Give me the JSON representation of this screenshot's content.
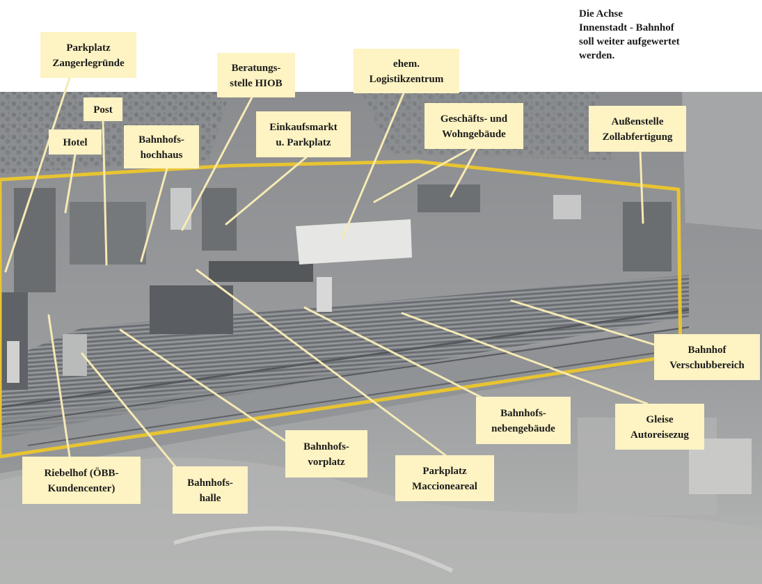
{
  "map": {
    "colors": {
      "page": "#ffffff",
      "photo_base": "#8f9194",
      "perimeter": "#e8c431",
      "label_fill": "#fdf3c3",
      "leader": "#f6eab5",
      "text": "#1b1b1b"
    },
    "note_lines": [
      "Die Achse",
      "Innenstadt - Bahnhof",
      "soll weiter aufgewertet",
      "werden."
    ],
    "labels": [
      {
        "id": "parkplatz-zangerlegruende",
        "lines": [
          "Parkplatz",
          "Zangerlegründe"
        ]
      },
      {
        "id": "post",
        "lines": [
          "Post"
        ]
      },
      {
        "id": "hotel",
        "lines": [
          "Hotel"
        ]
      },
      {
        "id": "bahnhofshochhaus",
        "lines": [
          "Bahnhofs-",
          "hochhaus"
        ]
      },
      {
        "id": "beratungsstelle-hiob",
        "lines": [
          "Beratungs-",
          "stelle HIOB"
        ]
      },
      {
        "id": "einkaufsmarkt",
        "lines": [
          "Einkaufsmarkt",
          "u. Parkplatz"
        ]
      },
      {
        "id": "logistikzentrum",
        "lines": [
          "ehem.",
          "Logistikzentrum"
        ]
      },
      {
        "id": "geschaefts-wohngebaeude",
        "lines": [
          "Geschäfts- und",
          "Wohngebäude"
        ]
      },
      {
        "id": "aussenstelle-zoll",
        "lines": [
          "Außenstelle",
          "Zollabfertigung"
        ]
      },
      {
        "id": "verschubbereich",
        "lines": [
          "Bahnhof",
          "Verschubbereich"
        ]
      },
      {
        "id": "gleise-autoreisezug",
        "lines": [
          "Gleise",
          "Autoreisezug"
        ]
      },
      {
        "id": "nebengebaeude",
        "lines": [
          "Bahnhofs-",
          "nebengebäude"
        ]
      },
      {
        "id": "parkplatz-maccioneareal",
        "lines": [
          "Parkplatz",
          "Maccioneareal"
        ]
      },
      {
        "id": "bahnhofsvorplatz",
        "lines": [
          "Bahnhofs-",
          "vorplatz"
        ]
      },
      {
        "id": "bahnhofshalle",
        "lines": [
          "Bahnhofs-",
          "halle"
        ]
      },
      {
        "id": "riebelhof",
        "lines": [
          "Riebelhof (ÖBB-",
          "Kundencenter)"
        ]
      }
    ]
  }
}
